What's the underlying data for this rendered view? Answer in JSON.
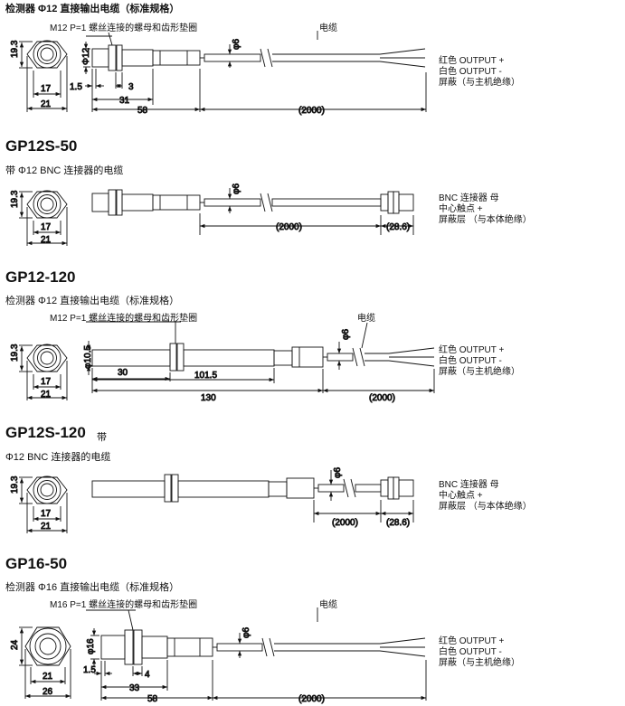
{
  "sections": [
    {
      "title": "",
      "subtitle": "检测器 Φ12 直接输出电缆（标准规格）",
      "nut_label": "M12 P=1 螺丝连接的螺母和齿形垫圈",
      "cable_label": "电缆",
      "front": {
        "height": "19.3",
        "inner": "17",
        "outer": "21"
      },
      "dims": {
        "dia": "Φ12",
        "a": "1.5",
        "b": "3",
        "c": "31",
        "d": "58",
        "cable_dia": "φ6",
        "cable_len": "(2000)"
      },
      "wires": [
        "红色 OUTPUT +",
        "白色 OUTPUT -",
        "屏蔽（与主机绝缘）"
      ]
    },
    {
      "title": "GP12S-50",
      "subtitle": "带 Φ12 BNC 连接器的电缆",
      "front": {
        "height": "19.3",
        "inner": "17",
        "outer": "21"
      },
      "dims": {
        "cable_dia": "φ6",
        "cable_len": "(2000)",
        "bnc_len": "(28.6)"
      },
      "wires": [
        "BNC 连接器 母",
        "中心触点 +",
        "屏蔽层 （与本体绝缘）"
      ]
    },
    {
      "title": "GP12-120",
      "subtitle": "检测器 Φ12 直接输出电缆（标准规格）",
      "nut_label": "M12 P=1 螺丝连接的螺母和齿形垫圈",
      "cable_label": "电缆",
      "front": {
        "height": "19.3",
        "inner": "17",
        "outer": "21"
      },
      "dims": {
        "dia": "φ10.5",
        "a": "30",
        "b": "101.5",
        "c": "130",
        "cable_dia": "φ6",
        "cable_len": "(2000)"
      },
      "wires": [
        "红色 OUTPUT +",
        "白色 OUTPUT -",
        "屏蔽（与主机绝缘）"
      ]
    },
    {
      "title": "GP12S-120",
      "title_suffix": "带",
      "subtitle": "Φ12 BNC 连接器的电缆",
      "front": {
        "height": "19.3",
        "inner": "17",
        "outer": "21"
      },
      "dims": {
        "cable_dia": "φ6",
        "cable_len": "(2000)",
        "bnc_len": "(28.6)"
      },
      "wires": [
        "BNC 连接器 母",
        "中心触点 +",
        "屏蔽层 （与本体绝缘）"
      ]
    },
    {
      "title": "GP16-50",
      "subtitle": "检测器 Φ16 直接输出电缆（标准规格）",
      "nut_label": "M16 P=1 螺丝连接的螺母和齿形垫圈",
      "cable_label": "电缆",
      "front": {
        "height": "24",
        "inner": "21",
        "outer": "26"
      },
      "dims": {
        "dia": "φ16",
        "a": "1.5",
        "b": "4",
        "c": "33",
        "d": "58",
        "cable_dia": "φ6",
        "cable_len": "(2000)"
      },
      "wires": [
        "红色 OUTPUT +",
        "白色 OUTPUT -",
        "屏蔽（与主机绝缘）"
      ]
    }
  ]
}
